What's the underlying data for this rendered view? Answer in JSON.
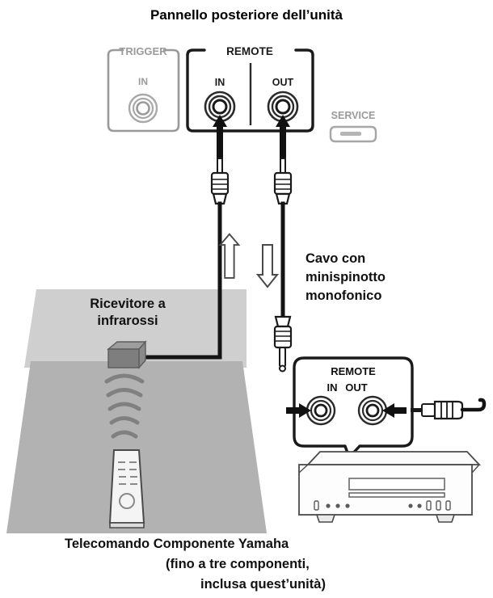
{
  "title": "Pannello posteriore dell’unità",
  "rear_panel": {
    "trigger_group_label": "TRIGGER",
    "trigger_jack_label": "IN",
    "remote_group_label": "REMOTE",
    "remote_in_label": "IN",
    "remote_out_label": "OUT",
    "service_label": "SERVICE"
  },
  "cable_label": "Cavo con\nminispinotto\nmonofonico",
  "cable_label_lines": [
    "Cavo con",
    "minispinotto",
    "monofonico"
  ],
  "ir_receiver_label": "Ricevitore a\ninfrarossi",
  "ir_receiver_label_lines": [
    "Ricevitore a",
    "infrarossi"
  ],
  "component_callout": {
    "remote_label": "REMOTE",
    "in_label": "IN",
    "out_label": "OUT"
  },
  "caption_lines": [
    "Telecomando Componente Yamaha",
    "(fino a tre componenti,",
    "inclusa quest’unità)"
  ],
  "colors": {
    "ink": "#1a1a1a",
    "light_gray": "#9a9a9a",
    "wall": "#cfcfcf",
    "floor": "#b2b2b2",
    "receiver_top": "#9d9d9d",
    "receiver_front": "#7e7e7e",
    "white": "#ffffff"
  }
}
